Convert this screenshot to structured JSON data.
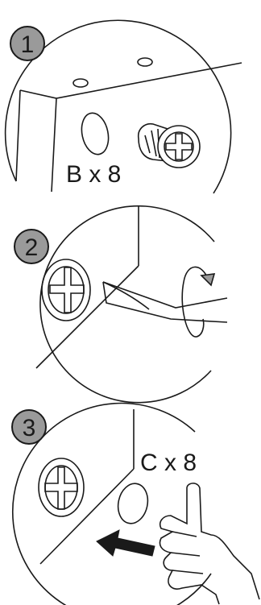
{
  "steps": [
    {
      "number": "1",
      "part_label": "B x 8"
    },
    {
      "number": "2",
      "part_label": ""
    },
    {
      "number": "3",
      "part_label": "C x 8"
    }
  ],
  "colors": {
    "line": "#1a1a1a",
    "badge_fill": "#9a9a9a",
    "background": "#ffffff"
  }
}
